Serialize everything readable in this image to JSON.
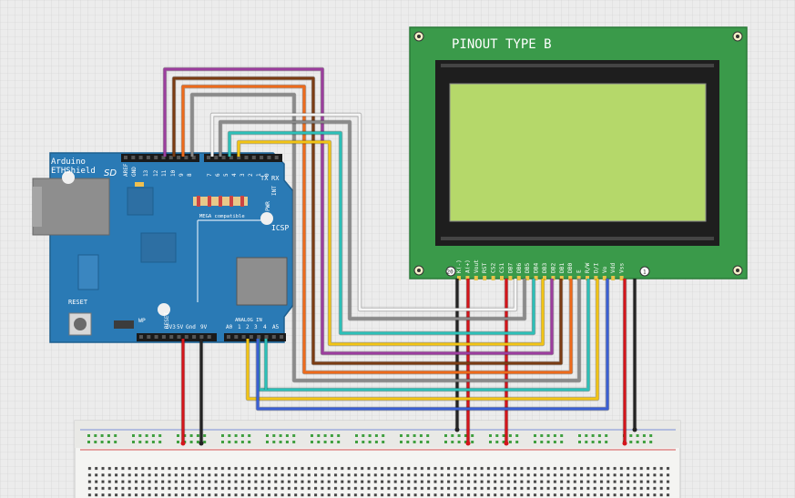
{
  "lcd": {
    "title": "PINOUT TYPE B",
    "pin_first": "20",
    "pin_last": "1",
    "pins": [
      "K(-)",
      "A(+)",
      "Vout",
      "RST",
      "CS2",
      "CS1",
      "DB7",
      "DB6",
      "DB5",
      "DB4",
      "DB3",
      "DB2",
      "DB1",
      "DB0",
      "E",
      "R/W",
      "D/I",
      "Vo",
      "Vdd",
      "Vss"
    ],
    "screen_color": "#b5d86a",
    "pcb_color": "#3a9a4a"
  },
  "arduino": {
    "name_line1": "Arduino",
    "name_line2": "ETHShield",
    "sd_label": "SD",
    "reset_label": "RESET",
    "icsp_label": "ICSP",
    "mega_label": "MEGA compatible",
    "analog_label": "ANALOG IN",
    "pwr_label": "PWR",
    "tx_label": "TX",
    "rx_label": "RX",
    "int_label": "INT",
    "wp_label": "WP",
    "reset_header_label": "RESET",
    "digital_pins": [
      "AREF",
      "GND",
      "13",
      "12",
      "11",
      "10",
      "9",
      "8",
      "7",
      "6",
      "5",
      "4",
      "3",
      "2",
      "1",
      "0"
    ],
    "power_pins": [
      "3V3",
      "5V",
      "Gnd",
      "9V"
    ],
    "analog_pins": [
      "A0",
      "1",
      "2",
      "3",
      "4",
      "A5"
    ],
    "board_color": "#2a7ab5"
  },
  "wires": {
    "colors": {
      "red": "#d4141a",
      "black": "#222222",
      "purple": "#9c3d9e",
      "brown": "#7a3b12",
      "orange": "#ee6a1a",
      "gray": "#8a8a8a",
      "white": "#f5f5f5",
      "cyan": "#2cc0b8",
      "yellow": "#f2c414",
      "blue": "#3a5fd4"
    }
  }
}
